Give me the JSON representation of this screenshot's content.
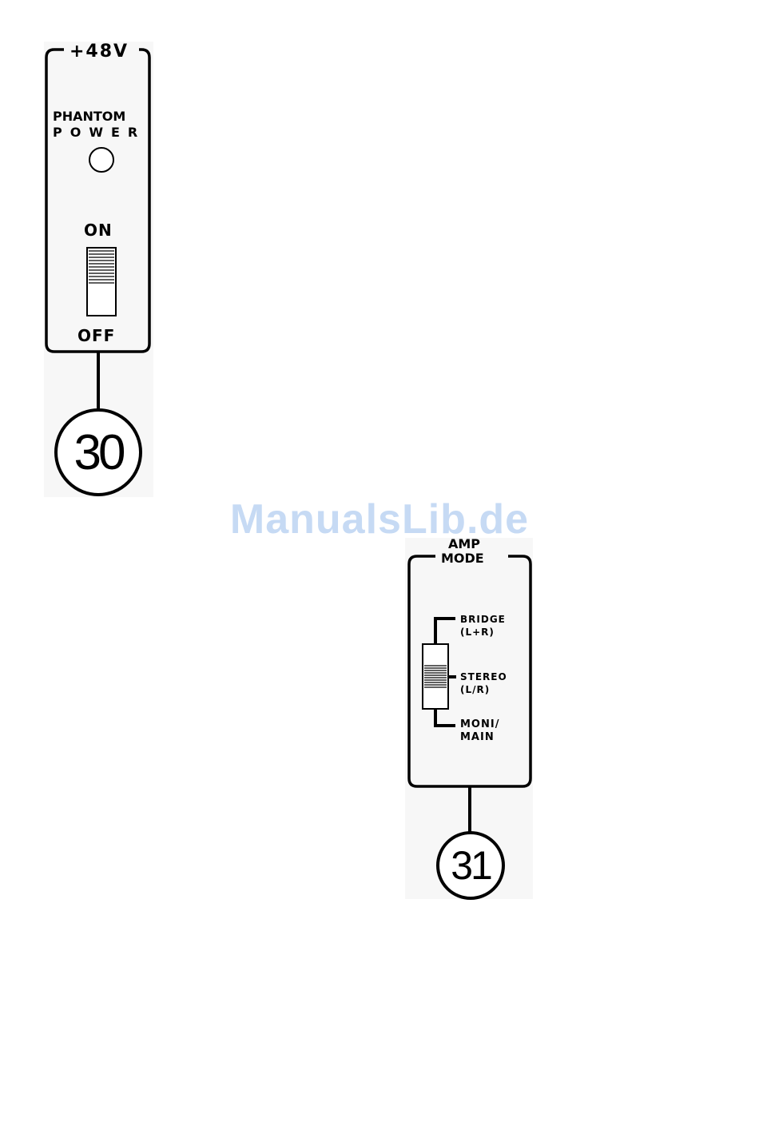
{
  "phantom": {
    "voltage": "+48V",
    "title_line1": "PHANTOM",
    "title_line2": "POWER",
    "on_label": "ON",
    "off_label": "OFF",
    "callout": "30"
  },
  "amp_mode": {
    "title_line1": "AMP",
    "title_line2": "MODE",
    "bridge_line1": "BRIDGE",
    "bridge_line2": "(L+R)",
    "stereo_line1": "STEREO",
    "stereo_line2": "(L/R)",
    "moni_line1": "MONI/",
    "moni_line2": "MAIN",
    "callout": "31"
  },
  "watermark": "ManualsLib.de"
}
